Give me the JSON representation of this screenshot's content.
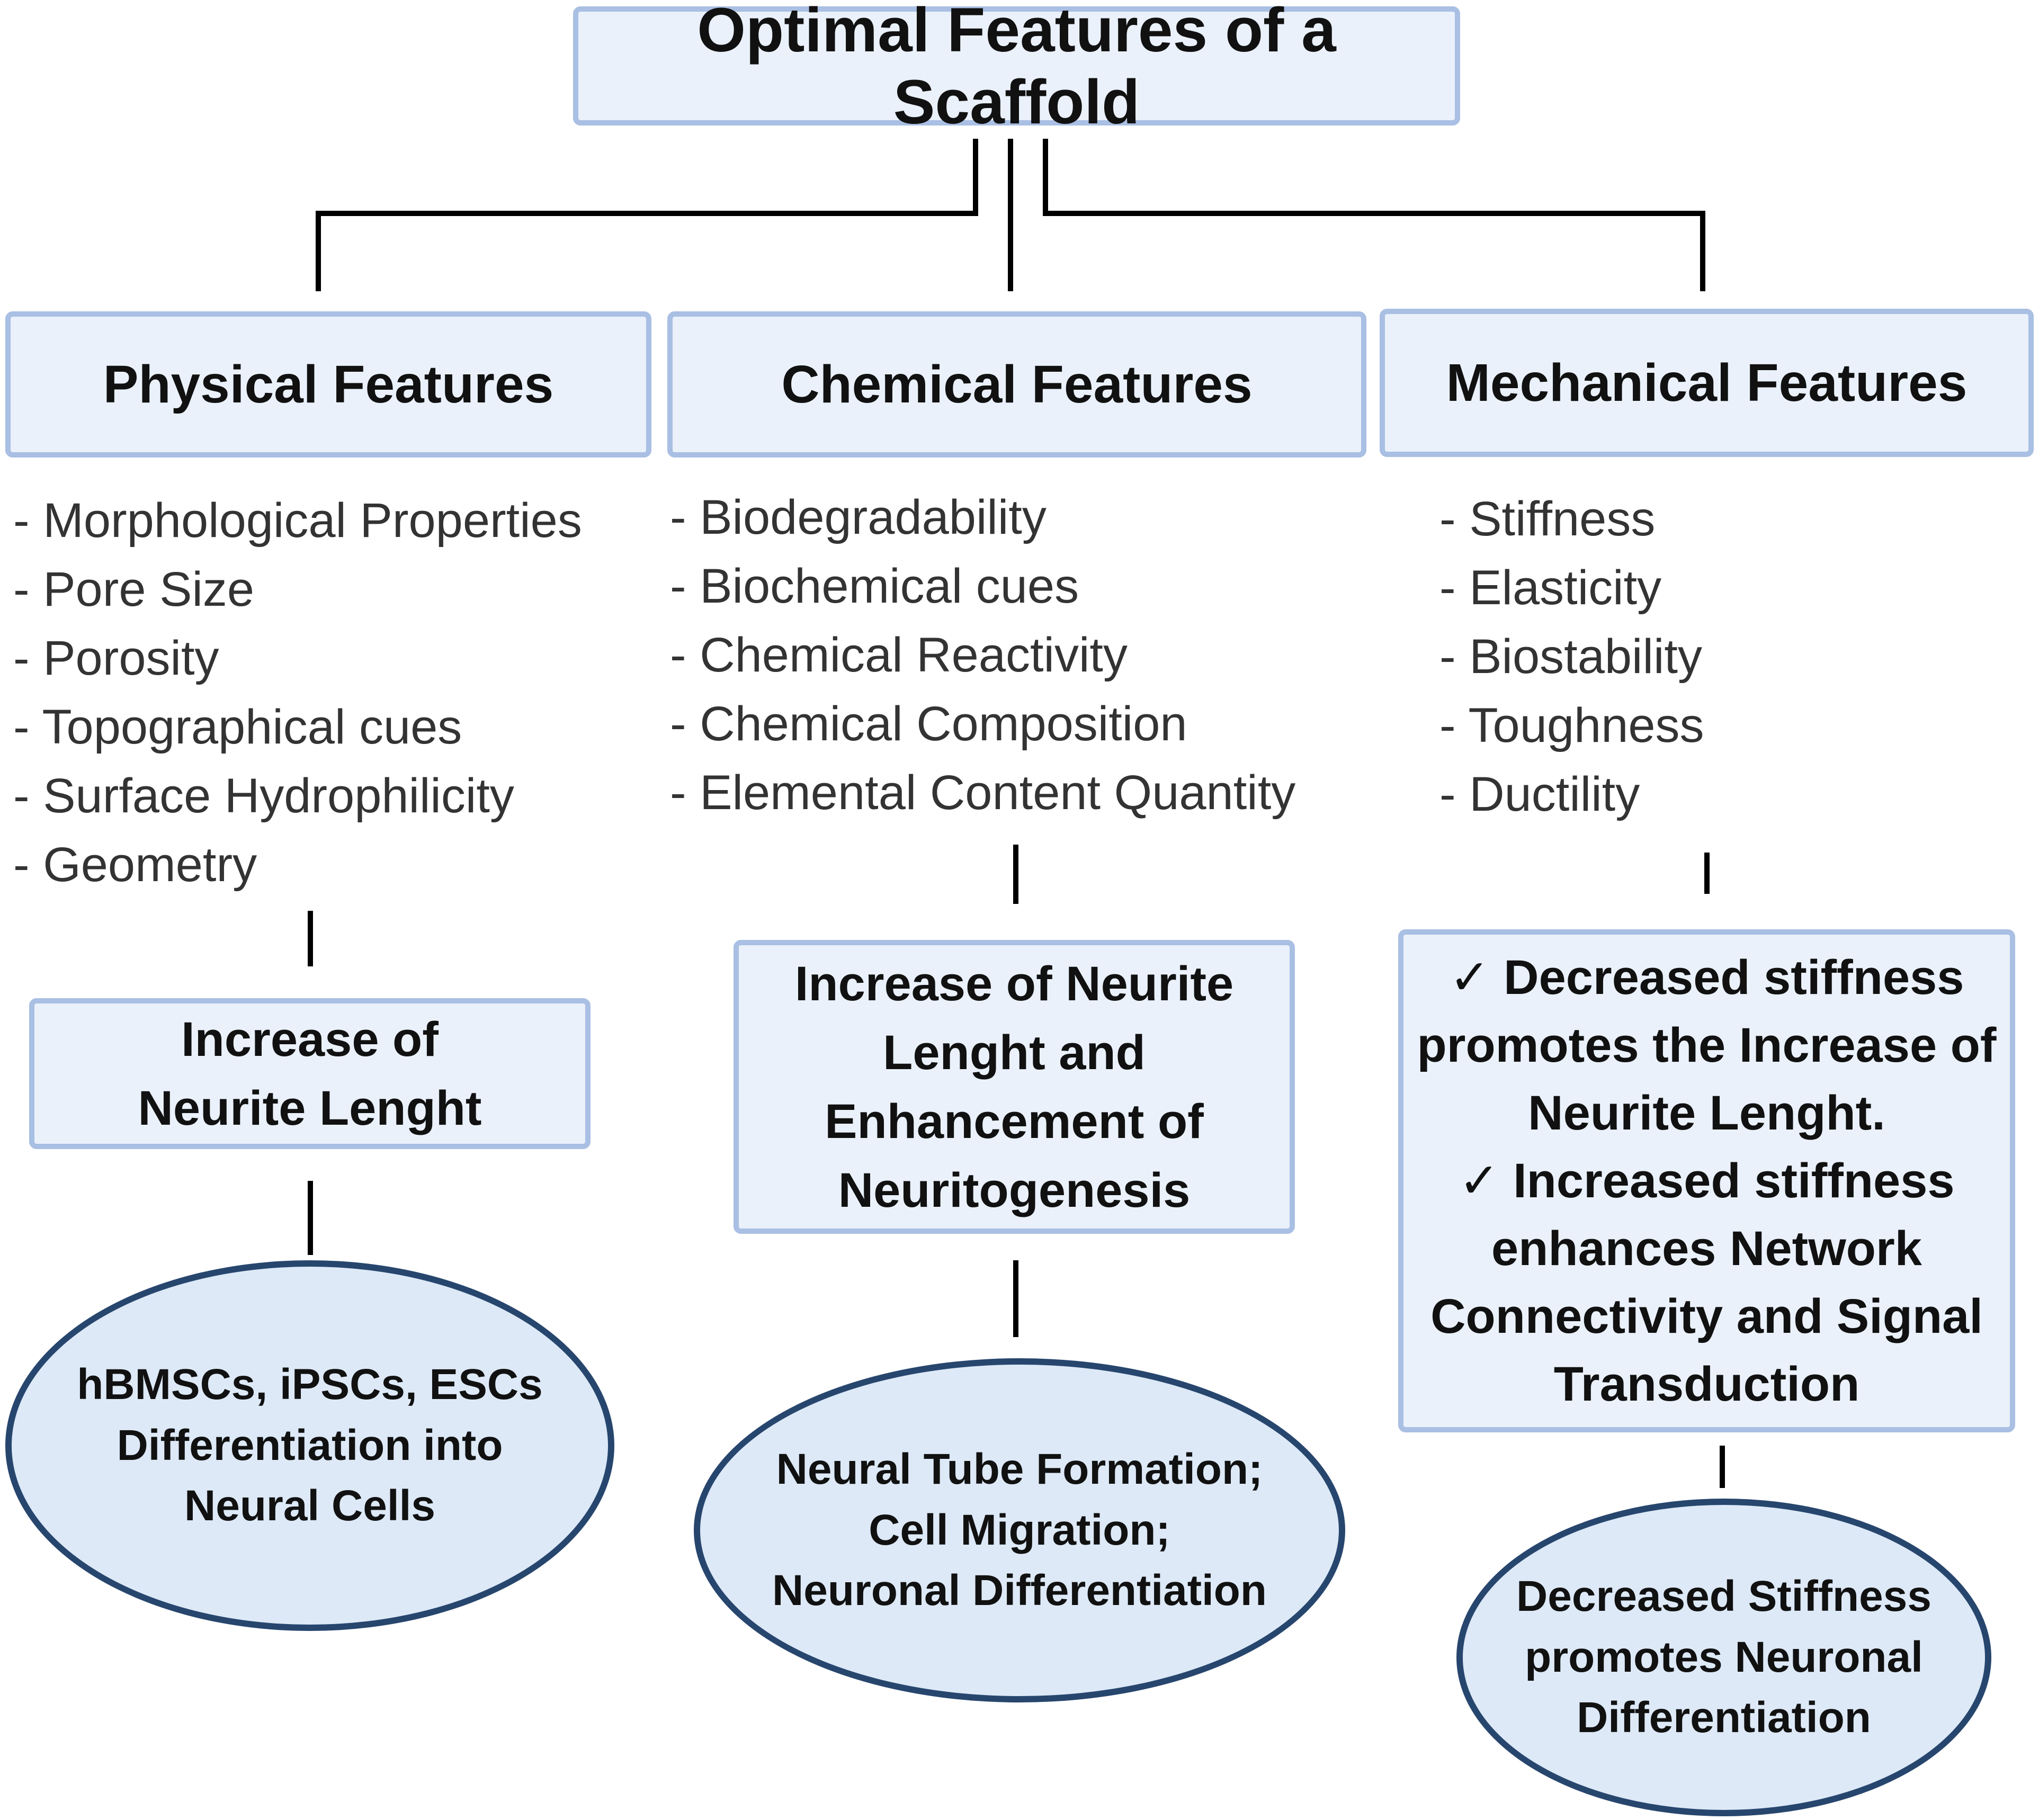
{
  "title": "Optimal Features of a Scaffold",
  "columns": [
    {
      "heading": "Physical Features",
      "items": [
        "- Morphological Properties",
        "- Pore Size",
        "- Porosity",
        "- Topographical cues",
        "- Surface Hydrophilicity",
        "- Geometry"
      ],
      "effect_lines": [
        "Increase of",
        "Neurite Lenght"
      ],
      "outcome_lines": [
        "hBMSCs, iPSCs, ESCs",
        "Differentiation  into",
        "Neural Cells"
      ]
    },
    {
      "heading": "Chemical Features",
      "items": [
        "- Biodegradability",
        "- Biochemical cues",
        "- Chemical Reactivity",
        "- Chemical Composition",
        "- Elemental Content Quantity"
      ],
      "effect_lines": [
        "Increase of Neurite",
        "Lenght and",
        "Enhancement of",
        "Neuritogenesis"
      ],
      "outcome_lines": [
        "Neural Tube Formation;",
        "Cell Migration;",
        "Neuronal Differentiation"
      ]
    },
    {
      "heading": "Mechanical Features",
      "items": [
        "- Stiffness",
        "- Elasticity",
        "- Biostability",
        "- Toughness",
        "- Ductility"
      ],
      "effect_lines": [
        "✓ Decreased stiffness",
        "promotes the Increase of",
        "Neurite Lenght.",
        "✓ Increased stiffness",
        "enhances Network",
        "Connectivity and Signal",
        "Transduction"
      ],
      "outcome_lines": [
        "Decreased Stiffness",
        "promotes Neuronal",
        "Differentiation"
      ]
    }
  ]
}
